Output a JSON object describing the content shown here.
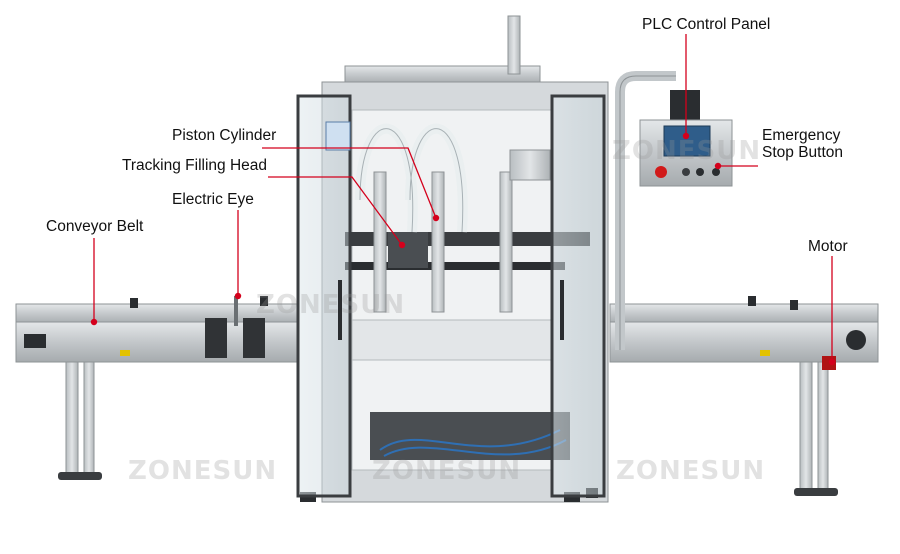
{
  "labels": {
    "plc_control_panel": "PLC Control Panel",
    "piston_cylinder": "Piston Cylinder",
    "tracking_filling_head": "Tracking Filling Head",
    "electric_eye": "Electric Eye",
    "conveyor_belt": "Conveyor Belt",
    "emergency_stop_button": "Emergency\nStop Button",
    "motor": "Motor"
  },
  "watermark": {
    "text": "ZONESUN"
  },
  "colors": {
    "callout_line": "#d4001c",
    "steel": "#c9cdd0",
    "steel_dark": "#8e9396",
    "label_text": "#111111"
  }
}
